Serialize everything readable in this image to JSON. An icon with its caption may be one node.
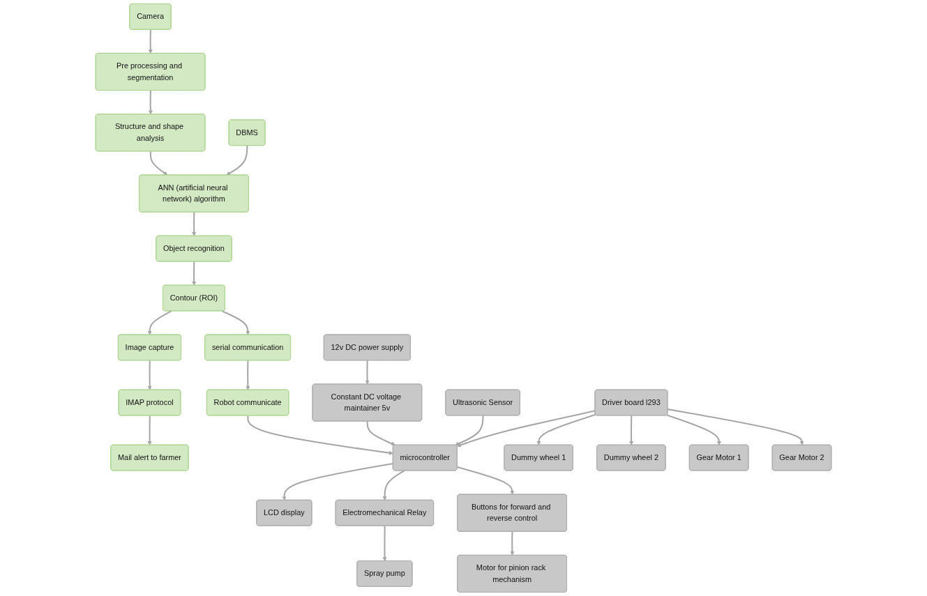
{
  "diagram": {
    "nodes": [
      {
        "text": [
          "Camera"
        ]
      },
      {
        "text": [
          "Pre processing and segmentation"
        ]
      },
      {
        "text": [
          "Structure and shape analysis"
        ]
      },
      {
        "text": [
          "DBMS"
        ]
      },
      {
        "text": [
          "ANN (artificial neural network) algorithm"
        ]
      },
      {
        "text": [
          "Object recognition"
        ]
      },
      {
        "text": [
          "Contour (ROI)"
        ]
      },
      {
        "text": [
          "serial communication"
        ]
      },
      {
        "text": [
          "Robot communicate"
        ]
      },
      {
        "text": [
          "Image capture"
        ]
      },
      {
        "text": [
          "IMAP protocol"
        ]
      },
      {
        "text": [
          "Mail alert to farmer"
        ]
      },
      {
        "text": [
          "12v DC power supply"
        ]
      },
      {
        "text": [
          "Constant DC voltage maintainer 5v"
        ]
      },
      {
        "text": [
          "Ultrasonic Sensor"
        ]
      },
      {
        "text": [
          "microcontroller"
        ]
      },
      {
        "text": [
          "LCD display"
        ]
      },
      {
        "text": [
          "Electromechanical Relay"
        ]
      },
      {
        "text": [
          "Spray pump"
        ]
      },
      {
        "text": [
          "Dummy wheel 1"
        ]
      },
      {
        "text": [
          "Driver board l293"
        ]
      },
      {
        "text": [
          "Dummy wheel 2"
        ]
      },
      {
        "text": [
          "Buttons for forward and reverse control"
        ]
      },
      {
        "text": [
          "Gear Motor 1"
        ]
      },
      {
        "text": [
          "Gear Motor 2"
        ]
      },
      {
        "text": [
          "Motor for pinion rack mechanism"
        ]
      }
    ],
    "edges": [
      {
        "from": 0,
        "to": 1,
        "arrow": "to"
      },
      {
        "from": 1,
        "to": 2,
        "arrow": "to"
      },
      {
        "from": 2,
        "to": 4,
        "arrow": "to"
      },
      {
        "from": 3,
        "to": 4,
        "arrow": "to"
      },
      {
        "from": 4,
        "to": 5,
        "arrow": "to"
      },
      {
        "from": 5,
        "to": 6,
        "arrow": "to"
      },
      {
        "from": 6,
        "to": 7,
        "arrow": "to"
      },
      {
        "from": 7,
        "to": 8,
        "arrow": "to"
      },
      {
        "from": 6,
        "to": 9,
        "arrow": "to"
      },
      {
        "from": 9,
        "to": 10,
        "arrow": "to"
      },
      {
        "from": 10,
        "to": 11,
        "arrow": "to"
      },
      {
        "from": 8,
        "to": 15,
        "arrow": "to"
      },
      {
        "from": 12,
        "to": 13,
        "arrow": "to"
      },
      {
        "from": 13,
        "to": 15,
        "arrow": "to"
      },
      {
        "from": 14,
        "to": 15,
        "arrow": "to"
      },
      {
        "from": 15,
        "to": 16,
        "arrow": "to"
      },
      {
        "from": 15,
        "to": 17,
        "arrow": "to"
      },
      {
        "from": 17,
        "to": 18,
        "arrow": "to"
      },
      {
        "from": 20,
        "to": 15,
        "arrow": "to"
      },
      {
        "from": 20,
        "to": 19,
        "arrow": "to"
      },
      {
        "from": 20,
        "to": 21,
        "arrow": "to"
      },
      {
        "from": 20,
        "to": 23,
        "arrow": "to"
      },
      {
        "from": 20,
        "to": 24,
        "arrow": "to"
      },
      {
        "from": 15,
        "to": 22,
        "arrow": "to"
      },
      {
        "from": 22,
        "to": 25,
        "arrow": "to"
      }
    ]
  }
}
